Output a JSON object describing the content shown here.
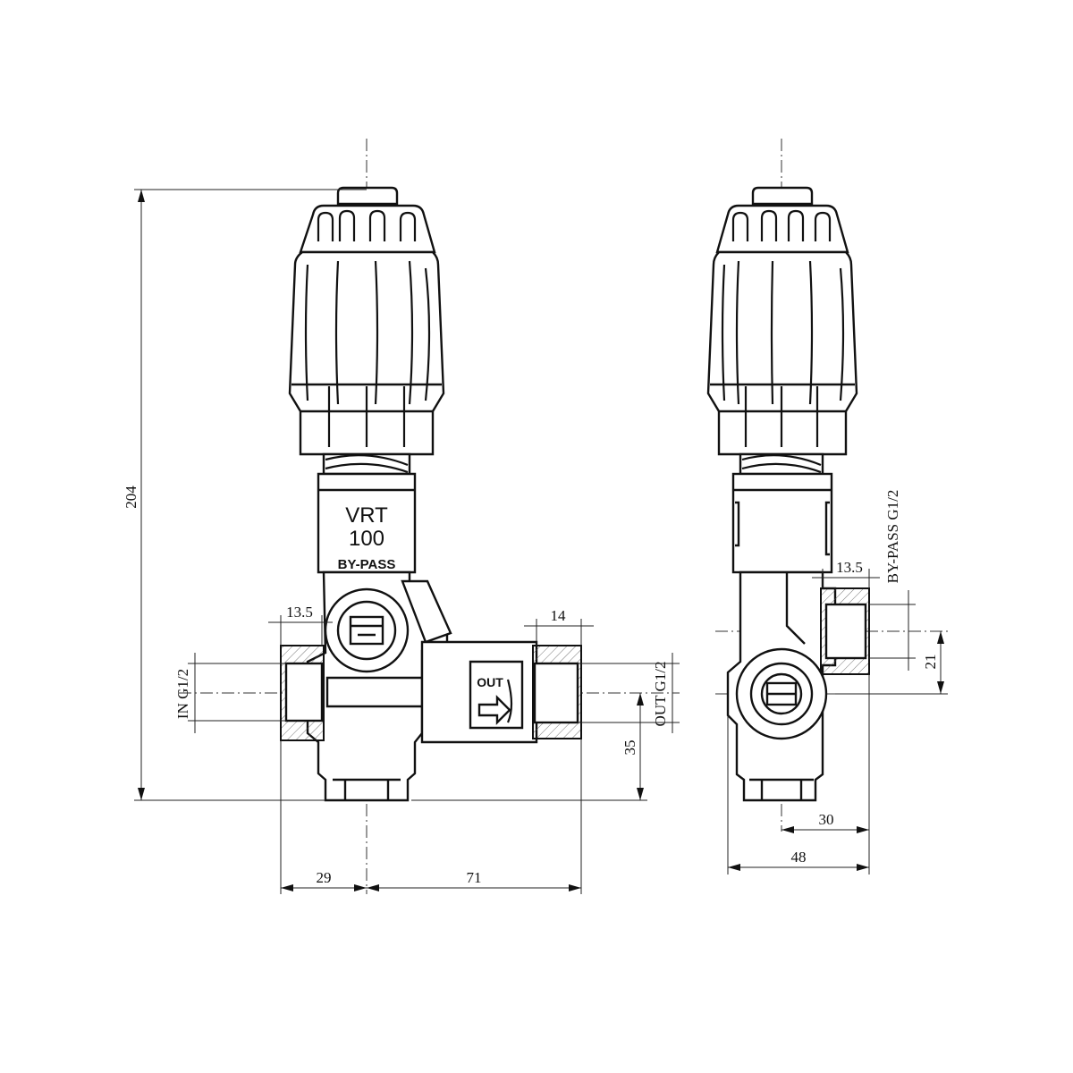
{
  "product": {
    "model_line1": "VRT",
    "model_line2": "100",
    "model_line3": "BY-PASS"
  },
  "labels": {
    "inlet": "IN  G1/2",
    "outlet": "OUT  G1/2",
    "bypass": "BY-PASS G1/2",
    "out_arrow": "OUT"
  },
  "dimensions": {
    "total_height": "204",
    "front_inlet_depth": "13.5",
    "front_outlet_depth": "14",
    "outlet_height": "35",
    "left_width": "29",
    "right_width": "71",
    "side_bypass_depth": "13.5",
    "side_bypass_offset": "21",
    "side_half_width": "30",
    "side_total_width": "48"
  }
}
